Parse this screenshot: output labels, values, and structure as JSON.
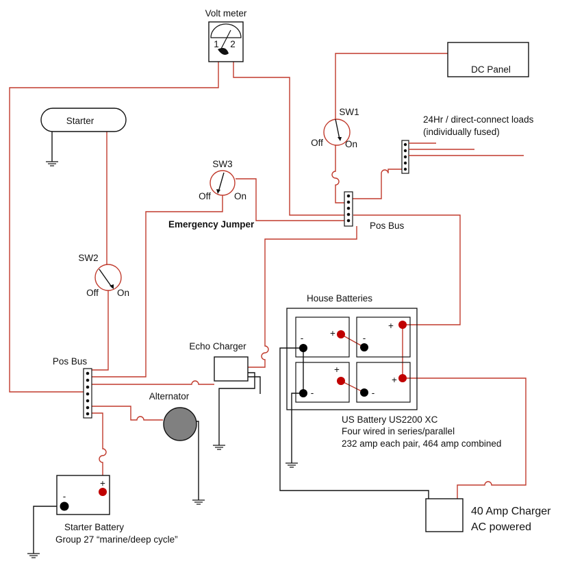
{
  "labels": {
    "volt_meter": "Volt meter",
    "volt_meter_1": "1",
    "volt_meter_2": "2",
    "dc_panel": "DC Panel",
    "starter": "Starter",
    "sw1": "SW1",
    "sw1_off": "Off",
    "sw1_on": "On",
    "loads_line1": "24Hr / direct-connect loads",
    "loads_line2": "(individually fused)",
    "sw3": "SW3",
    "sw3_off": "Off",
    "sw3_on": "On",
    "emergency_jumper": "Emergency Jumper",
    "pos_bus_right": "Pos Bus",
    "sw2": "SW2",
    "sw2_off": "Off",
    "sw2_on": "On",
    "house_batteries": "House Batteries",
    "echo_charger": "Echo Charger",
    "pos_bus_left": "Pos Bus",
    "alternator": "Alternator",
    "battery_info_1": "US Battery US2200 XC",
    "battery_info_2": "Four wired in series/parallel",
    "battery_info_3": "232 amp each pair, 464 amp combined",
    "charger_line1": "40 Amp Charger",
    "charger_line2": "AC powered",
    "starter_battery_1": "Starter Battery",
    "starter_battery_2": "Group 27  “marine/deep cycle”",
    "plus": "+",
    "minus": "-"
  },
  "colors": {
    "wire_positive": "#c0392b",
    "wire_negative": "#111111",
    "terminal_positive": "#c00000",
    "terminal_negative": "#000000",
    "alternator_fill": "#808080"
  }
}
